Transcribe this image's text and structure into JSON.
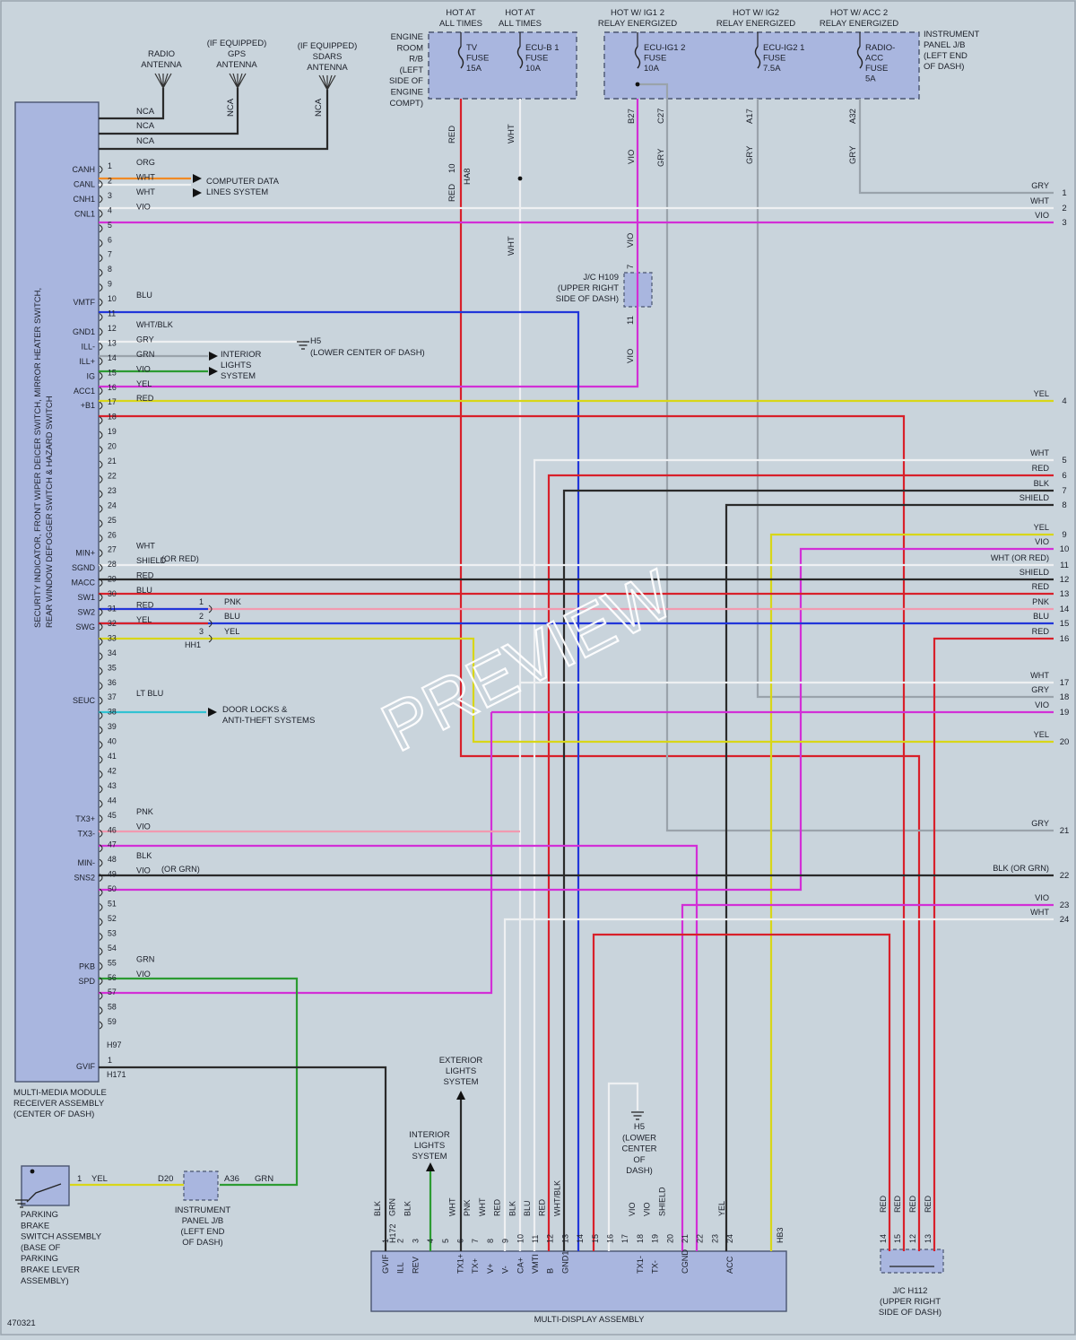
{
  "diagram_id": "470321",
  "watermark": "PREVIEW",
  "colors": {
    "background": "#c9d4dc",
    "module_fill": "#a9b6df",
    "wire": {
      "RED": "#d8202a",
      "WHT": "#eef0f2",
      "GRY": "#9aa3ab",
      "VIO": "#d22fd6",
      "BLU": "#2136d9",
      "YEL": "#d8d618",
      "GRN": "#2c9b32",
      "BLK": "#2a2a2a",
      "ORG": "#f08a24",
      "PNK": "#f19ab0",
      "LTBLU": "#32c2d2",
      "SHIELD": "#2a2a2a"
    }
  },
  "header": {
    "hot_all_times_1": [
      "HOT AT",
      "ALL TIMES"
    ],
    "hot_all_times_2": [
      "HOT AT",
      "ALL TIMES"
    ],
    "hot_ig1_2": [
      "HOT W/ IG1 2",
      "RELAY ENERGIZED"
    ],
    "hot_ig2": [
      "HOT W/ IG2",
      "RELAY ENERGIZED"
    ],
    "hot_acc2": [
      "HOT W/ ACC 2",
      "RELAY ENERGIZED"
    ]
  },
  "engine_room_rb": [
    "ENGINE",
    "ROOM",
    "R/B",
    "(LEFT",
    "SIDE OF",
    "ENGINE",
    "COMPT)"
  ],
  "instrument_panel_jb": [
    "INSTRUMENT",
    "PANEL J/B",
    "(LEFT END",
    "OF DASH)"
  ],
  "fuses": [
    [
      "TV",
      "FUSE",
      "15A"
    ],
    [
      "ECU-B 1",
      "FUSE",
      "10A"
    ],
    [
      "ECU-IG1 2",
      "FUSE",
      "10A"
    ],
    [
      "ECU-IG2 1",
      "FUSE",
      "7.5A"
    ],
    [
      "RADIO-",
      "ACC",
      "FUSE",
      "5A"
    ]
  ],
  "antennas": {
    "radio": [
      "RADIO",
      "ANTENNA"
    ],
    "gps": [
      "(IF EQUIPPED)",
      "GPS",
      "ANTENNA"
    ],
    "sdars": [
      "(IF EQUIPPED)",
      "SDARS",
      "ANTENNA"
    ],
    "nca": "NCA"
  },
  "left_module": {
    "vertical_label": [
      "SECURITY INDICATOR, FRONT WIPER DEICER SWITCH, MIRROR HEATER SWITCH,",
      "REAR WINDOW DEFOGGER SWITCH & HAZARD SWITCH"
    ],
    "caption": [
      "MULTI-MEDIA MODULE",
      "RECEIVER ASSEMBLY",
      "(CENTER OF DASH)"
    ],
    "connector_h97": "H97",
    "connector_h171": "H171",
    "gvif_pin": "1",
    "gvif_label": "GVIF",
    "gvif_wire": "BLK"
  },
  "pin_labels": {
    "1": "CANH",
    "2": "CANL",
    "3": "CNH1",
    "4": "CNL1",
    "10": "VMTF",
    "12": "GND1",
    "13": "ILL-",
    "14": "ILL+",
    "15": "IG",
    "16": "ACC1",
    "17": "+B1",
    "27": "MIN+",
    "28": "SGND",
    "29": "MACC",
    "30": "SW1",
    "31": "SW2",
    "32": "SWG",
    "37": "SEUC",
    "45": "TX3+",
    "46": "TX3-",
    "48": "MIN-",
    "49": "SNS2",
    "55": "PKB",
    "56": "SPD"
  },
  "pin_wires": {
    "1": "ORG",
    "2": "WHT",
    "3": "WHT",
    "4": "VIO",
    "10": "BLU",
    "12": "WHT/BLK",
    "13": "GRY",
    "14": "GRN",
    "15": "VIO",
    "16": "YEL",
    "17": "RED",
    "27": "WHT",
    "28": "SHIELD",
    "29": "RED",
    "30": "BLU",
    "31": "RED",
    "32": "YEL",
    "37": "LT BLU",
    "45": "PNK",
    "46": "VIO",
    "48": "BLK",
    "49": "VIO",
    "55": "GRN",
    "56": "VIO"
  },
  "notes": {
    "or_red": "(OR RED)",
    "or_grn": "(OR GRN)"
  },
  "subsystems": {
    "computer_data": [
      "COMPUTER DATA",
      "LINES SYSTEM"
    ],
    "interior_lights": [
      "INTERIOR",
      "LIGHTS",
      "SYSTEM"
    ],
    "h5_ground": [
      "H5",
      "(LOWER CENTER OF DASH)"
    ],
    "door_locks": [
      "DOOR LOCKS &",
      "ANTI-THEFT SYSTEMS"
    ],
    "exterior_lights": [
      "EXTERIOR",
      "LIGHTS",
      "SYSTEM"
    ],
    "interior_lights_2": [
      "INTERIOR",
      "LIGHTS",
      "SYSTEM"
    ],
    "h5_ground_2": [
      "H5",
      "(LOWER",
      "CENTER",
      "OF",
      "DASH)"
    ]
  },
  "hh1": {
    "name": "HH1",
    "pins": [
      "1",
      "2",
      "3"
    ],
    "wires": [
      "PNK",
      "BLU",
      "YEL"
    ]
  },
  "jc_h109": [
    "J/C H109",
    "(UPPER RIGHT",
    "SIDE OF DASH)"
  ],
  "jc_h109_pins": [
    "7",
    "11"
  ],
  "jc_h112": [
    "J/C H112",
    "(UPPER RIGHT",
    "SIDE OF DASH)"
  ],
  "jc_h112_pins": [
    "14",
    "15",
    "12",
    "13"
  ],
  "ha8": {
    "pin": "10",
    "name": "HA8"
  },
  "jb_pins": {
    "b27": "B27",
    "c27": "C27",
    "a17": "A17",
    "a32": "A32"
  },
  "right_terminals": [
    {
      "n": "1",
      "c": "GRY"
    },
    {
      "n": "2",
      "c": "WHT"
    },
    {
      "n": "3",
      "c": "VIO"
    },
    {
      "n": "4",
      "c": "YEL"
    },
    {
      "n": "5",
      "c": "WHT"
    },
    {
      "n": "6",
      "c": "RED"
    },
    {
      "n": "7",
      "c": "BLK"
    },
    {
      "n": "8",
      "c": "SHIELD"
    },
    {
      "n": "9",
      "c": "YEL"
    },
    {
      "n": "10",
      "c": "VIO"
    },
    {
      "n": "11",
      "c": "WHT",
      "note": "(OR RED)"
    },
    {
      "n": "12",
      "c": "SHIELD"
    },
    {
      "n": "13",
      "c": "RED"
    },
    {
      "n": "14",
      "c": "PNK"
    },
    {
      "n": "15",
      "c": "BLU"
    },
    {
      "n": "16",
      "c": "RED"
    },
    {
      "n": "17",
      "c": "WHT"
    },
    {
      "n": "18",
      "c": "GRY"
    },
    {
      "n": "19",
      "c": "VIO"
    },
    {
      "n": "20",
      "c": "YEL"
    },
    {
      "n": "21",
      "c": "GRY"
    },
    {
      "n": "22",
      "c": "BLK",
      "note": "(OR GRN)"
    },
    {
      "n": "23",
      "c": "VIO"
    },
    {
      "n": "24",
      "c": "WHT"
    }
  ],
  "parking_brake": {
    "caption": [
      "PARKING",
      "BRAKE",
      "SWITCH ASSEMBLY",
      "(BASE OF",
      "PARKING",
      "BRAKE LEVER",
      "ASSEMBLY)"
    ],
    "pin": "1",
    "wire": "YEL",
    "d20": "D20",
    "a36": "A36",
    "grn": "GRN"
  },
  "ip_jb_bottom": [
    "INSTRUMENT",
    "PANEL J/B",
    "(LEFT END",
    "OF DASH)"
  ],
  "display": {
    "caption": "MULTI-DISPLAY ASSEMBLY",
    "h172": "H172",
    "hb3": "HB3",
    "pins": [
      "1",
      "2",
      "3",
      "4",
      "5",
      "6",
      "7",
      "8",
      "9",
      "10",
      "11",
      "12",
      "13",
      "14",
      "15",
      "16",
      "17",
      "18",
      "19",
      "20",
      "21",
      "22",
      "23",
      "24"
    ],
    "wires": [
      {
        "pin": "1",
        "c": "BLK"
      },
      {
        "pin": "2",
        "c": "GRN"
      },
      {
        "pin": "3",
        "c": "BLK"
      },
      {
        "pin": "6",
        "c": "WHT"
      },
      {
        "pin": "7",
        "c": "PNK"
      },
      {
        "pin": "8",
        "c": "WHT"
      },
      {
        "pin": "9",
        "c": "RED"
      },
      {
        "pin": "10",
        "c": "BLK"
      },
      {
        "pin": "11",
        "c": "BLU"
      },
      {
        "pin": "12",
        "c": "RED"
      },
      {
        "pin": "13",
        "c": "WHT/BLK"
      },
      {
        "pin": "18",
        "c": "VIO"
      },
      {
        "pin": "19",
        "c": "VIO"
      },
      {
        "pin": "20",
        "c": "SHIELD"
      },
      {
        "pin": "24",
        "c": "YEL"
      }
    ],
    "terminal_labels": [
      {
        "pin": "1",
        "t": "GVIF"
      },
      {
        "pin": "2",
        "t": "ILL"
      },
      {
        "pin": "3",
        "t": "REV"
      },
      {
        "pin": "6",
        "t": "TX1+"
      },
      {
        "pin": "7",
        "t": "TX+"
      },
      {
        "pin": "8",
        "t": "V+"
      },
      {
        "pin": "9",
        "t": "V-"
      },
      {
        "pin": "10",
        "t": "CA+"
      },
      {
        "pin": "11",
        "t": "VMTI"
      },
      {
        "pin": "12",
        "t": "B"
      },
      {
        "pin": "13",
        "t": "GND1"
      },
      {
        "pin": "18",
        "t": "TX1-"
      },
      {
        "pin": "19",
        "t": "TX-"
      },
      {
        "pin": "21",
        "t": "CGND"
      },
      {
        "pin": "24",
        "t": "ACC"
      }
    ]
  },
  "jc_h112_wires": [
    "RED",
    "RED",
    "RED",
    "RED"
  ]
}
